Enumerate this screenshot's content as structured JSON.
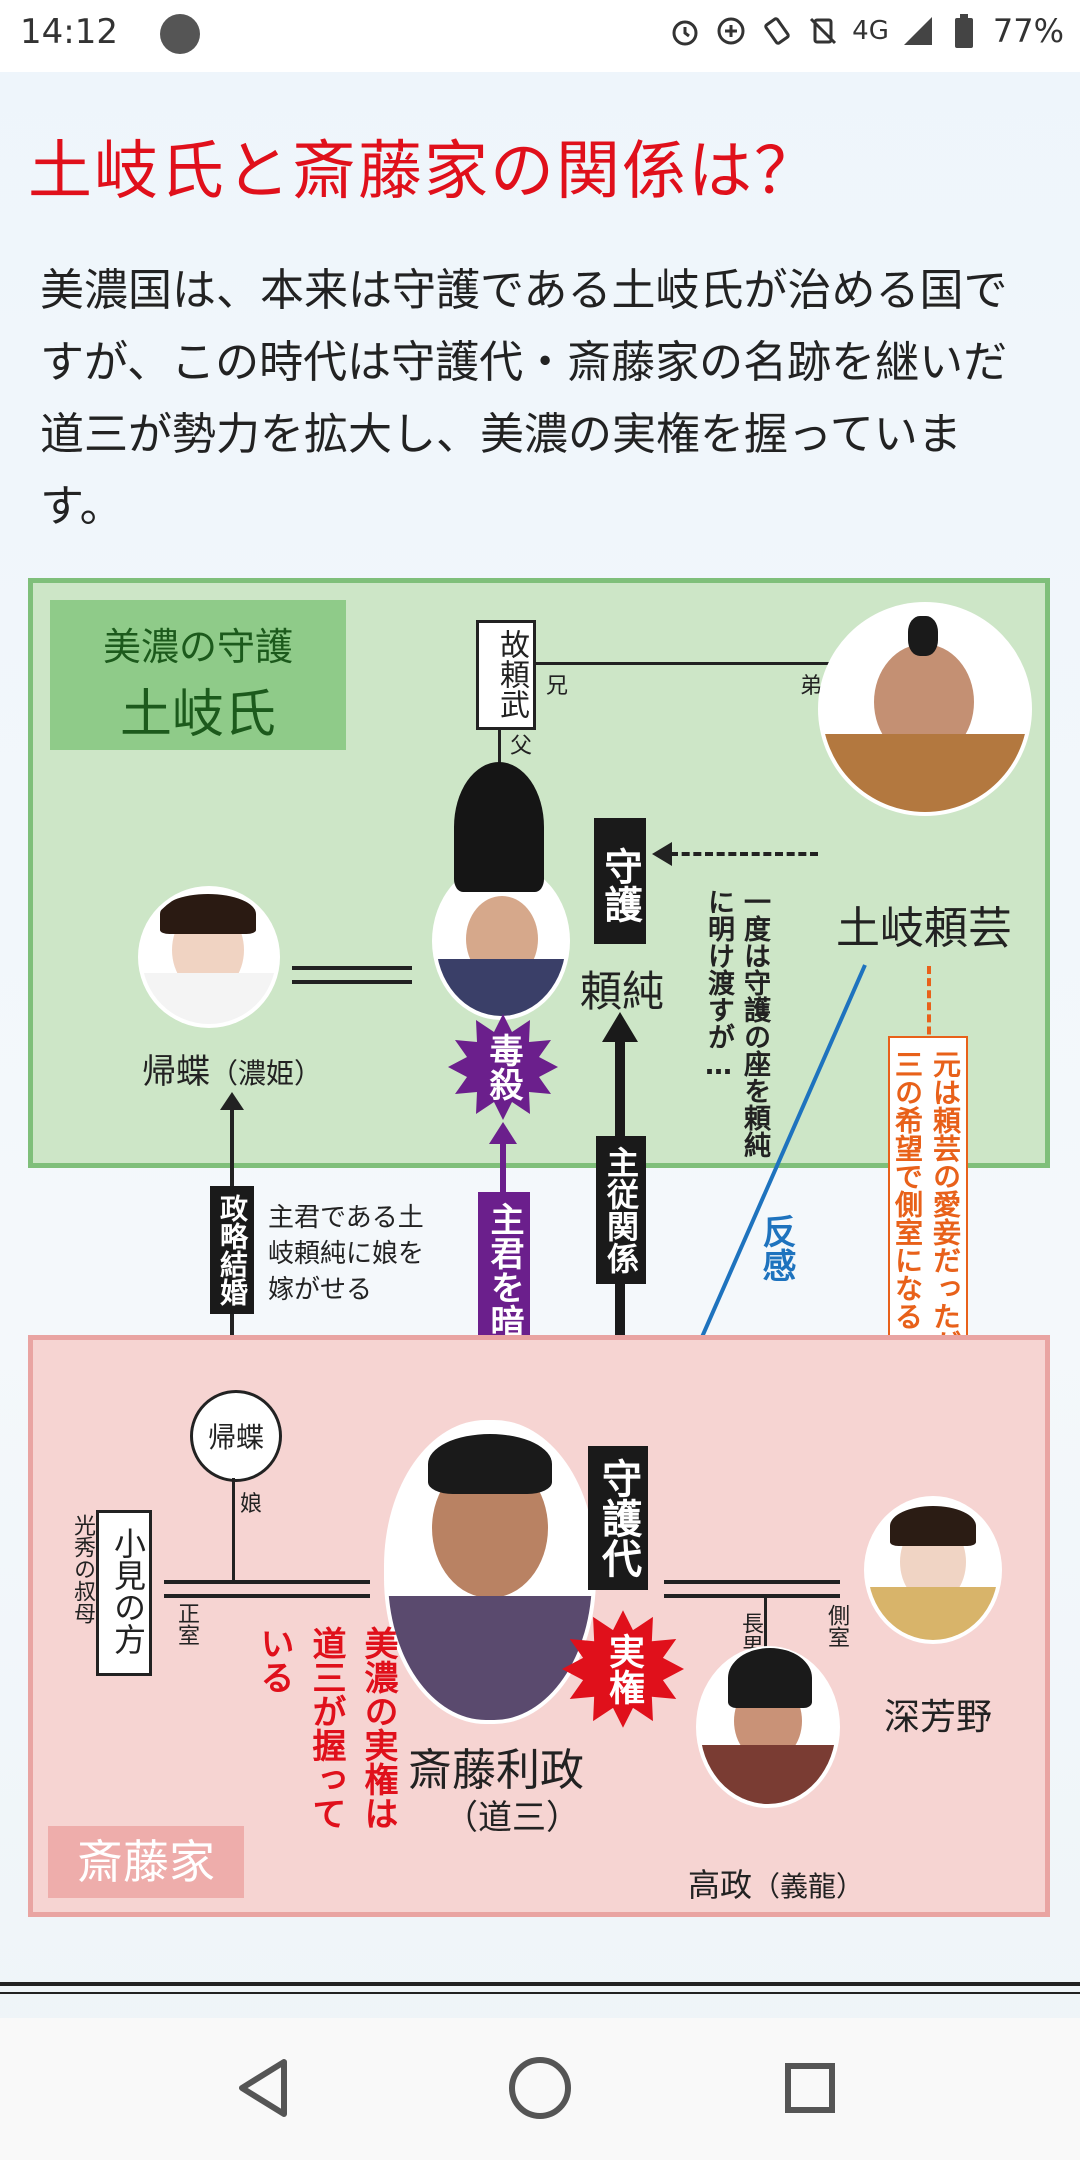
{
  "status_bar": {
    "time": "14:12",
    "network": "4G",
    "battery": "77%"
  },
  "title": "土岐氏と斎藤家の関係は？",
  "intro": "美濃国は、本来は守護である土岐氏が治める国ですが、この時代は守護代・斎藤家の名跡を継いだ道三が勢力を拡大し、美濃の実権を握っています。",
  "green_panel": {
    "label_line1": "美濃の守護",
    "label_line2": "土岐氏"
  },
  "pink_panel": {
    "label": "斎藤家"
  },
  "people": {
    "yorizumi": "頼純",
    "yorinari": "土岐頼芸",
    "kicho": "帰蝶",
    "kicho_paren": "（濃姫）",
    "toshimasa": "斎藤利政",
    "toshimasa_paren": "（道三）",
    "miyoshino": "深芳野",
    "takamasa": "高政",
    "takamasa_paren": "（義龍）",
    "omi": "小見の方",
    "kicho_circle": "帰蝶"
  },
  "relations": {
    "late_yoritake": "故頼武",
    "ani": "兄",
    "otouto": "弟",
    "chichi": "父",
    "shugo": "守護",
    "shugodai": "守護代",
    "once_gave": "一度は守護の座を頼純に明け渡すが…",
    "doku": "毒殺",
    "jikken": "実権",
    "shuju": "主従関係",
    "ansatsu": "主君を暗殺",
    "seiryaku": "政略結婚",
    "marry_note": "主君である土岐頼純に娘を嫁がせる",
    "hankan": "反感",
    "miyoshino_note": "元は頼芸の愛妾だったが道三の希望で側室になる",
    "musume": "娘",
    "seishitsu": "正室",
    "sokushitsu": "側室",
    "chonan": "長男",
    "mitsuhide_oba": "光秀の叔母",
    "real_power": "美濃の実権は道三が握っている"
  },
  "colors": {
    "title_red": "#e0101b",
    "green_panel": "#cde6c7",
    "pink_panel": "#f6d4d2",
    "purple": "#6b1f8c",
    "blue_arrow": "#1e73be",
    "orange_dash": "#e8611a"
  },
  "icons": [
    "alarm-icon",
    "data-saver-icon",
    "vibrate-icon",
    "mute-icon",
    "signal-icon",
    "battery-icon",
    "back-icon",
    "home-icon",
    "recents-icon"
  ]
}
